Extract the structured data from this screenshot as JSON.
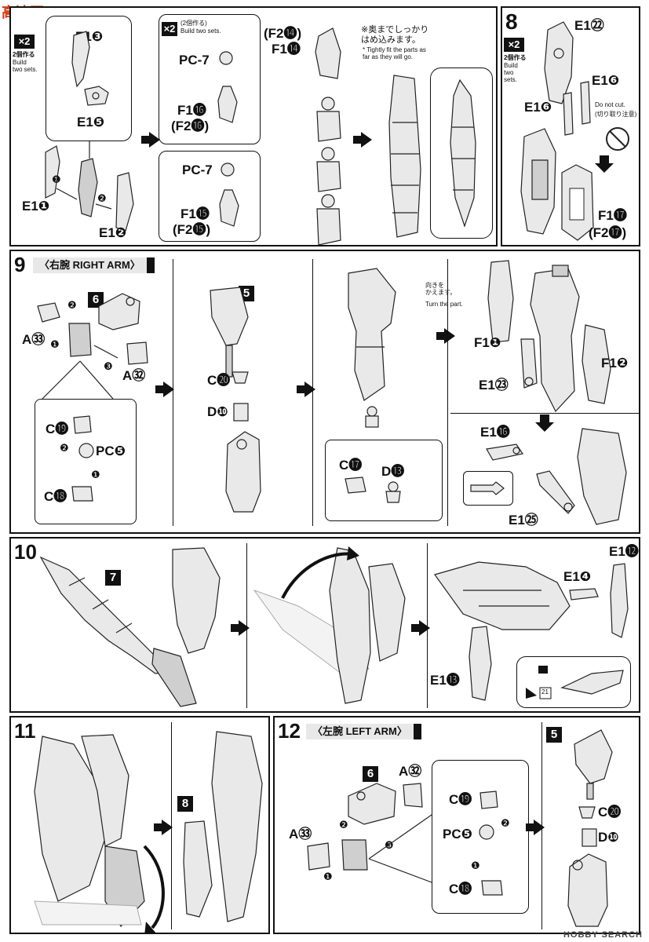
{
  "watermark": {
    "site_logo": "高达网",
    "footer": "HOBBY SEARCH"
  },
  "build_two": {
    "x2": "×2",
    "jp": "2個作る",
    "en": "Build two sets.",
    "jp_paren": "(2個作る)"
  },
  "step7": {
    "labels": {
      "e1_3": "E1❸",
      "e1_5": "E1❺",
      "e1_1": "E1❶",
      "e1_2": "E1❷",
      "pc7_a": "PC-7",
      "pc7_b": "PC-7",
      "f1_16": "F1⓰",
      "f2_16": "(F2⓰)",
      "f1_15": "F1⓯",
      "f2_15": "(F2⓯)",
      "f2_14": "(F2⓮)",
      "f1_14": "F1⓮"
    },
    "order": {
      "one": "❶",
      "two": "❷"
    },
    "note_jp": "※奥までしっかり\nはめ込みます。",
    "note_en": "* Tightly fit the parts as\nfar as they will go."
  },
  "step8": {
    "number": "8",
    "labels": {
      "e1_22": "E1㉒",
      "e1_6a": "E1❻",
      "e1_6b": "E1❻",
      "f1_17": "F1⓱",
      "f2_17": "(F2⓱)"
    },
    "do_not_cut": "Do not cut.",
    "do_not_cut_jp": "(切り取り注意)"
  },
  "step9": {
    "number": "9",
    "title": "〈右腕 RIGHT ARM〉",
    "labels": {
      "b6": "6",
      "b5": "5",
      "a33": "A㉝",
      "a32": "A㉜",
      "c19": "C⓳",
      "pc5": "PC❺",
      "c18": "C⓲",
      "c20": "C⓴",
      "d10": "D❿",
      "c17": "C⓱",
      "d13": "D⓭",
      "f1_1": "F1❶",
      "f1_2": "F1❷",
      "e1_23": "E1㉓",
      "e1_16": "E1⓰",
      "e1_25": "E1㉕"
    },
    "order": {
      "one": "❶",
      "two": "❷",
      "three": "❸"
    },
    "turn_jp": "向きを\nかえます。",
    "turn_en": "Turn the part."
  },
  "step10": {
    "number": "10",
    "labels": {
      "b7": "7",
      "e1_12": "E1⓬",
      "e1_4": "E1❹",
      "e1_13": "E1⓭",
      "ref": "21"
    }
  },
  "step11": {
    "number": "11",
    "labels": {
      "b8": "8"
    }
  },
  "step12": {
    "number": "12",
    "title": "〈左腕 LEFT ARM〉",
    "labels": {
      "b6": "6",
      "b5": "5",
      "a32": "A㉜",
      "a33": "A㉝",
      "c19": "C⓳",
      "pc5": "PC❺",
      "c18": "C⓲",
      "c20": "C⓴",
      "d10": "D❿"
    },
    "order": {
      "one": "❶",
      "two": "❷",
      "three": "❸"
    }
  }
}
